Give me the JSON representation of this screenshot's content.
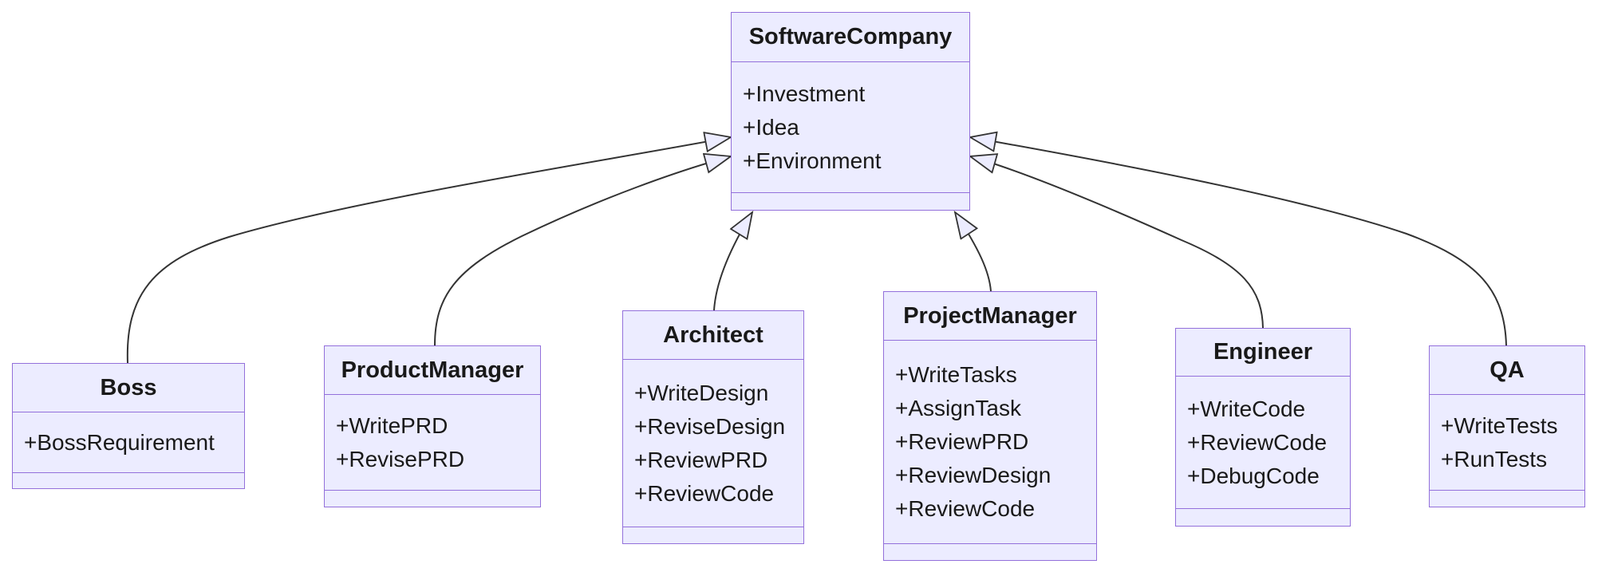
{
  "diagram": {
    "type": "uml-class-diagram",
    "classes": [
      {
        "name": "SoftwareCompany",
        "attributes": [
          "+Investment",
          "+Idea",
          "+Environment"
        ],
        "methods": []
      },
      {
        "name": "Boss",
        "attributes": [
          "+BossRequirement"
        ],
        "methods": []
      },
      {
        "name": "ProductManager",
        "attributes": [
          "+WritePRD",
          "+RevisePRD"
        ],
        "methods": []
      },
      {
        "name": "Architect",
        "attributes": [
          "+WriteDesign",
          "+ReviseDesign",
          "+ReviewPRD",
          "+ReviewCode"
        ],
        "methods": []
      },
      {
        "name": "ProjectManager",
        "attributes": [
          "+WriteTasks",
          "+AssignTask",
          "+ReviewPRD",
          "+ReviewDesign",
          "+ReviewCode"
        ],
        "methods": []
      },
      {
        "name": "Engineer",
        "attributes": [
          "+WriteCode",
          "+ReviewCode",
          "+DebugCode"
        ],
        "methods": []
      },
      {
        "name": "QA",
        "attributes": [
          "+WriteTests",
          "+RunTests"
        ],
        "methods": []
      }
    ],
    "relations": [
      {
        "from": "Boss",
        "to": "SoftwareCompany",
        "type": "inheritance",
        "arrow": "hollow-triangle"
      },
      {
        "from": "ProductManager",
        "to": "SoftwareCompany",
        "type": "inheritance",
        "arrow": "hollow-triangle"
      },
      {
        "from": "Architect",
        "to": "SoftwareCompany",
        "type": "inheritance",
        "arrow": "hollow-triangle"
      },
      {
        "from": "ProjectManager",
        "to": "SoftwareCompany",
        "type": "inheritance",
        "arrow": "hollow-triangle"
      },
      {
        "from": "Engineer",
        "to": "SoftwareCompany",
        "type": "inheritance",
        "arrow": "hollow-triangle"
      },
      {
        "from": "QA",
        "to": "SoftwareCompany",
        "type": "inheritance",
        "arrow": "hollow-triangle"
      }
    ],
    "colors": {
      "node_fill": "#ECECFF",
      "node_border": "#9370DB",
      "edge": "#333333",
      "text": "#191919",
      "background": "#FFFFFF"
    }
  }
}
